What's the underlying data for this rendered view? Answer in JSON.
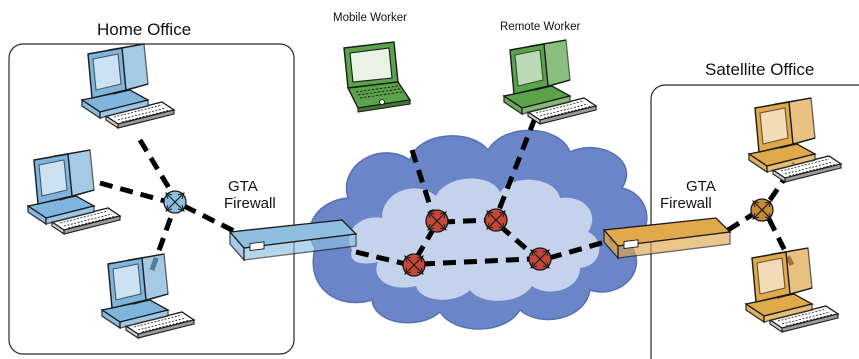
{
  "labels": {
    "home_office": "Home Office",
    "satellite_office": "Satellite Office",
    "mobile_worker": "Mobile Worker",
    "remote_worker": "Remote Worker",
    "firewall_left_line1": "GTA",
    "firewall_left_line2": "Firewall",
    "firewall_right_line1": "GTA",
    "firewall_right_line2": "Firewall"
  },
  "colors": {
    "home_computers": "#7fb4dc",
    "satellite_computers": "#e0a94c",
    "worker_devices": "#5aa34a",
    "cloud_outer": "#6b86c8",
    "cloud_inner": "#c9d6ee",
    "internet_routers": "#c4483a",
    "home_hub": "#8fbfe0",
    "satellite_hub": "#c98a35",
    "links": "#000000"
  },
  "icons": {
    "computer": "desktop-computer-icon",
    "laptop": "laptop-icon",
    "router": "router-icon",
    "firewall": "firewall-appliance-icon"
  }
}
